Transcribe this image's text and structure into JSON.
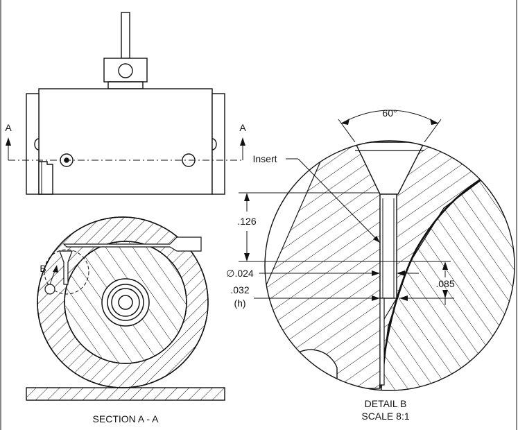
{
  "drawing": {
    "front_view": {
      "section_marks": [
        "A",
        "A"
      ]
    },
    "section_view": {
      "title": "SECTION A - A",
      "detail_callout": "B"
    },
    "detail_view": {
      "title_line1": "DETAIL B",
      "title_line2": "SCALE 8:1",
      "angle": "60°",
      "insert_label": "Insert",
      "dim_126": ".126",
      "dim_diameter": "∅.024",
      "dim_032": ".032",
      "dim_h": "(h)",
      "dim_085": ".085"
    },
    "colors": {
      "line": "#111111",
      "background": "#ffffff"
    }
  }
}
